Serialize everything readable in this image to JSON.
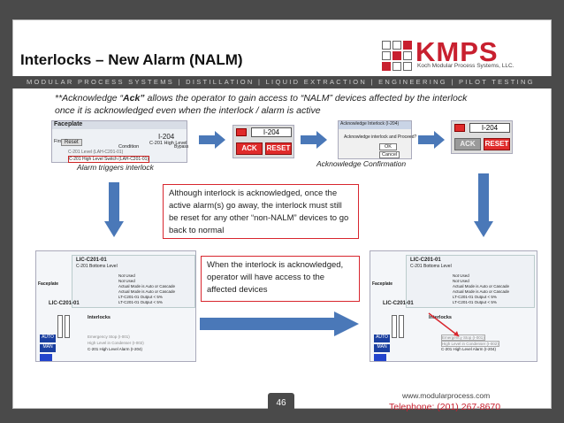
{
  "slide": {
    "title": "Interlocks – New Alarm (NALM)",
    "tagline": "MODULAR PROCESS SYSTEMS | DISTILLATION | LIQUID EXTRACTION | ENGINEERING | PILOT TESTING",
    "description_prefix": "**Acknowledge “",
    "description_bold": "Ack”",
    "description_suffix": " allows the operator to gain access to “NALM” devices affected by the interlock  once it is acknowledged even when the interlock / alarm is active",
    "caption_left": "Alarm triggers interlock",
    "caption_right": "Acknowledge Confirmation",
    "callout_top": "Although interlock is acknowledged, once the active alarm(s) go away, the interlock must still be reset for any other “non-NALM” devices to go back to normal",
    "callout_mid": "When the interlock is acknowledged, operator will have access to the affected devices",
    "page_number": "46",
    "footer_url": "www.modularprocess.com",
    "footer_tel": "Telephone: (201) 267-8670"
  },
  "logo": {
    "word": "KMPS",
    "sub": "Koch Modular Process Systems, LLC."
  },
  "faceplate1": {
    "header": "Faceplate",
    "tag": "I-204",
    "first_out": "First Out",
    "reset": "Reset",
    "condition": "Condition",
    "desc": "C-201 High Level",
    "bypass": "Bypass",
    "row1": "C-201 Level (LAH-C201-01)",
    "row2": "C-201 High Level Switch (LAH-C201-01)"
  },
  "panel1": {
    "tag": "I-204",
    "ack": "ACK",
    "reset": "RESET"
  },
  "dialog": {
    "title": "Acknowledge Interlock (I-204)",
    "question": "Acknowledge interlock and Proceed?",
    "ok": "OK",
    "cancel": "Cancel"
  },
  "panel2": {
    "tag": "I-204",
    "ack": "ACK",
    "reset": "RESET"
  },
  "bottom_left": {
    "title": "LIC-C201-01",
    "subtitle": "C-201 Bottoms Level",
    "faceplate": "Faceplate",
    "interlocks": "Interlocks",
    "rows": [
      "Not Used",
      "Not Used",
      "Actual Mode is Auto or Cascade",
      "Actual Mode is Auto or Cascade",
      "LT-C201-01 Output < 5%",
      "LT-C201-01 Output < 5%"
    ],
    "ilk_rows": [
      "Emergency Stop (I-001)",
      "High Level in Condenser (I-002)",
      "C-201 High Level Alarm (I-204)"
    ],
    "auto": "AUTO",
    "man": "MAN"
  },
  "bottom_right": {
    "title": "LIC-C201-01",
    "subtitle": "C-201 Bottoms Level",
    "faceplate": "Faceplate",
    "interlocks": "Interlocks",
    "rows": [
      "Not Used",
      "Not Used",
      "Actual Mode is Auto or Cascade",
      "Actual Mode is Auto or Cascade",
      "LT-C201-01 Output < 5%",
      "LT-C201-01 Output < 5%"
    ],
    "ilk_rows": [
      "Emergency Stop (I-001)",
      "High Level in Condenser (I-002)",
      "C-201 High Level Alarm (I-204)"
    ],
    "auto": "AUTO",
    "man": "MAN"
  },
  "colors": {
    "accent_red": "#c8202f",
    "arrow_blue": "#4a78b8",
    "dark_bar": "#4a4a4a"
  }
}
